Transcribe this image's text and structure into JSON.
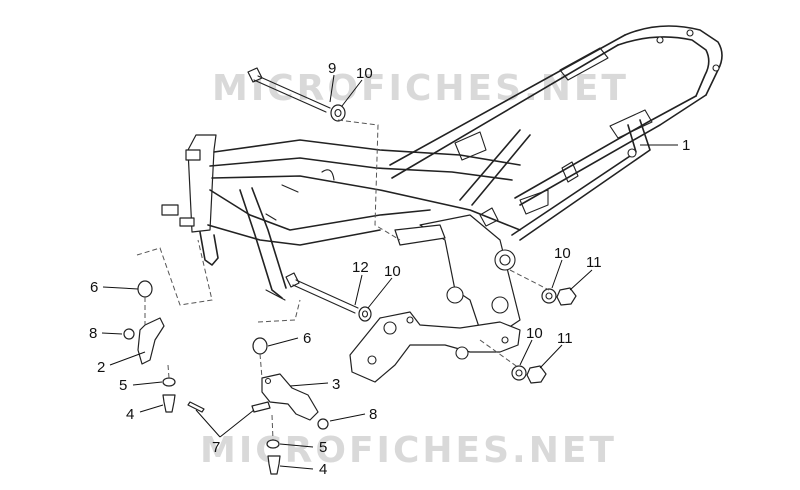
{
  "watermark": {
    "text": "MICROFICHES.NET",
    "color": "#d9d9d9"
  },
  "callouts": [
    {
      "id": "c1",
      "text": "1"
    },
    {
      "id": "c9",
      "text": "9"
    },
    {
      "id": "c10a",
      "text": "10"
    },
    {
      "id": "c12",
      "text": "12"
    },
    {
      "id": "c10b",
      "text": "10"
    },
    {
      "id": "c10c",
      "text": "10"
    },
    {
      "id": "c11a",
      "text": "11"
    },
    {
      "id": "c10d",
      "text": "10"
    },
    {
      "id": "c11b",
      "text": "11"
    },
    {
      "id": "c6a",
      "text": "6"
    },
    {
      "id": "c8a",
      "text": "8"
    },
    {
      "id": "c2",
      "text": "2"
    },
    {
      "id": "c5a",
      "text": "5"
    },
    {
      "id": "c4a",
      "text": "4"
    },
    {
      "id": "c6b",
      "text": "6"
    },
    {
      "id": "c3",
      "text": "3"
    },
    {
      "id": "c7",
      "text": "7"
    },
    {
      "id": "c8b",
      "text": "8"
    },
    {
      "id": "c5b",
      "text": "5"
    },
    {
      "id": "c4b",
      "text": "4"
    }
  ],
  "line_color": "#222222"
}
